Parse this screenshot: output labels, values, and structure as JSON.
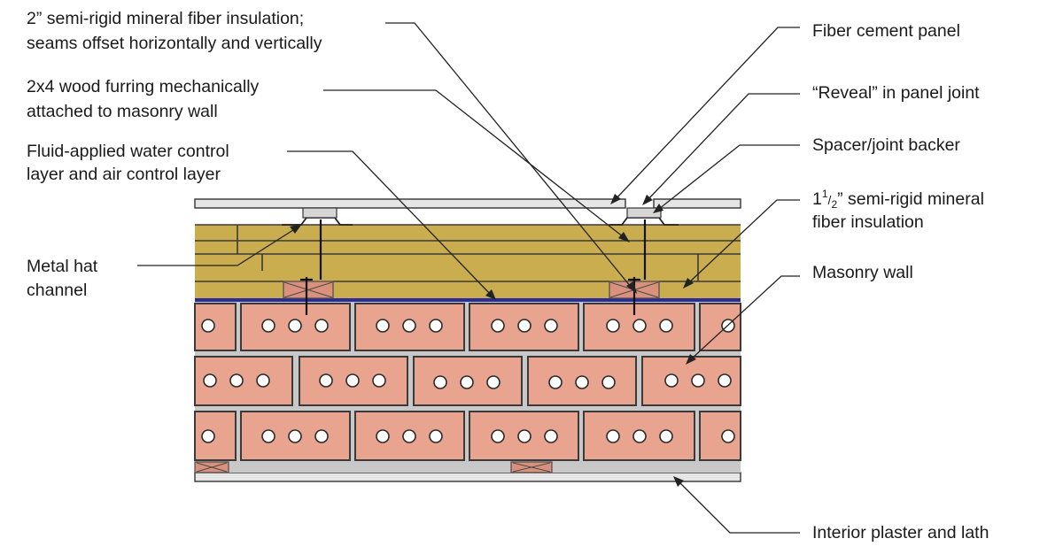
{
  "diagram": {
    "labels": {
      "insulation_2in_l1": "2” semi-rigid mineral fiber insulation;",
      "insulation_2in_l2": "seams offset horizontally and vertically",
      "furring_l1": "2x4 wood furring mechanically",
      "furring_l2": "attached to masonry wall",
      "fluid_l1": "Fluid-applied water control",
      "fluid_l2": "layer and air control layer",
      "hat_l1": "Metal hat",
      "hat_l2": "channel",
      "fiber_cement": "Fiber cement panel",
      "reveal": "“Reveal” in panel joint",
      "spacer": "Spacer/joint backer",
      "insul_15_prefix": "1",
      "insul_15_num": "1",
      "insul_15_den": "2",
      "insul_15_l1": "” semi-rigid mineral",
      "insul_15_l2": "fiber insulation",
      "masonry": "Masonry wall",
      "plaster": "Interior plaster and lath"
    },
    "colors": {
      "insulation": "#c9ad4e",
      "brick": "#e9a48f",
      "mortar": "#c8c8c8",
      "membrane": "#2b2b9a",
      "panel": "#e6e6e6",
      "furring": "#d9917e"
    }
  }
}
